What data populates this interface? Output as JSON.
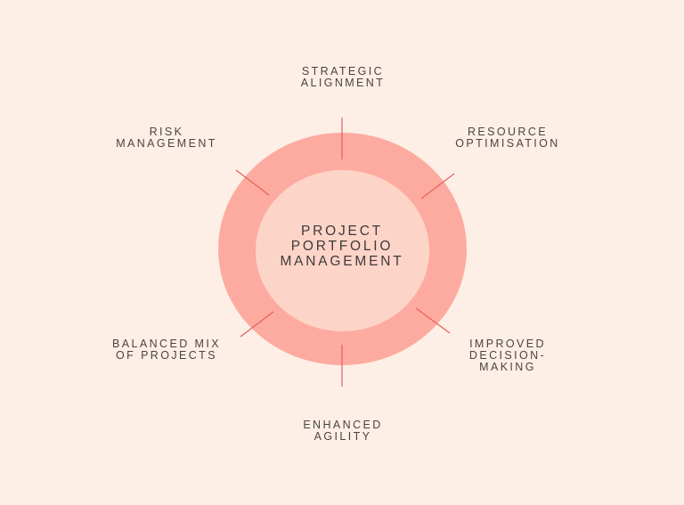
{
  "colors": {
    "background": "#fdefe5",
    "outer_ring": "#fdaba0",
    "inner_circle": "#fdd5c8",
    "connector": "#e8605a",
    "text": "#4a4443"
  },
  "center": {
    "lines": [
      "PROJECT",
      "PORTFOLIO",
      "MANAGEMENT"
    ]
  },
  "benefits": [
    {
      "id": "strategic-alignment",
      "lines": [
        "STRATEGIC",
        "ALIGNMENT"
      ]
    },
    {
      "id": "resource-optimisation",
      "lines": [
        "RESOURCE",
        "OPTIMISATION"
      ]
    },
    {
      "id": "improved-decision-making",
      "lines": [
        "IMPROVED",
        "DECISION-",
        "MAKING"
      ]
    },
    {
      "id": "enhanced-agility",
      "lines": [
        "ENHANCED",
        "AGILITY"
      ]
    },
    {
      "id": "balanced-mix-of-projects",
      "lines": [
        "BALANCED MIX",
        "OF PROJECTS"
      ]
    },
    {
      "id": "risk-management",
      "lines": [
        "RISK",
        "MANAGEMENT"
      ]
    }
  ]
}
